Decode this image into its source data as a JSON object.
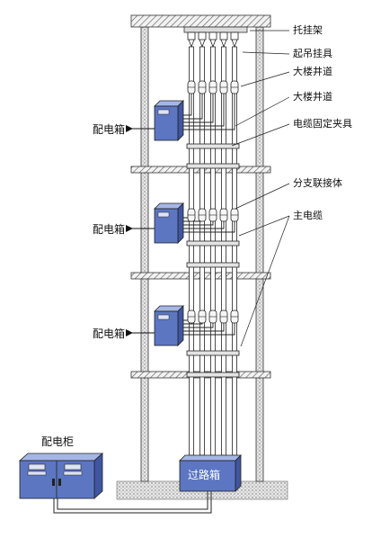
{
  "labels": {
    "tray_bracket": "托挂架",
    "hoist_hanger": "起吊挂具",
    "shaft_1": "大楼井道",
    "shaft_2": "大楼井道",
    "cable_clamp": "电缆固定夹具",
    "branch_joint": "分支联接体",
    "main_cable": "主电缆",
    "distribution_box_1": "配电箱",
    "distribution_box_2": "配电箱",
    "distribution_box_3": "配电箱",
    "distribution_cabinet": "配电柜",
    "junction_box": "过路箱"
  },
  "colors": {
    "line": "#2a2a2a",
    "box_fill": "#6f87c9",
    "box_face": "#4c66b4",
    "box_top": "#a5b6e6",
    "hatch": "#555555",
    "cable": "#ffffff"
  }
}
